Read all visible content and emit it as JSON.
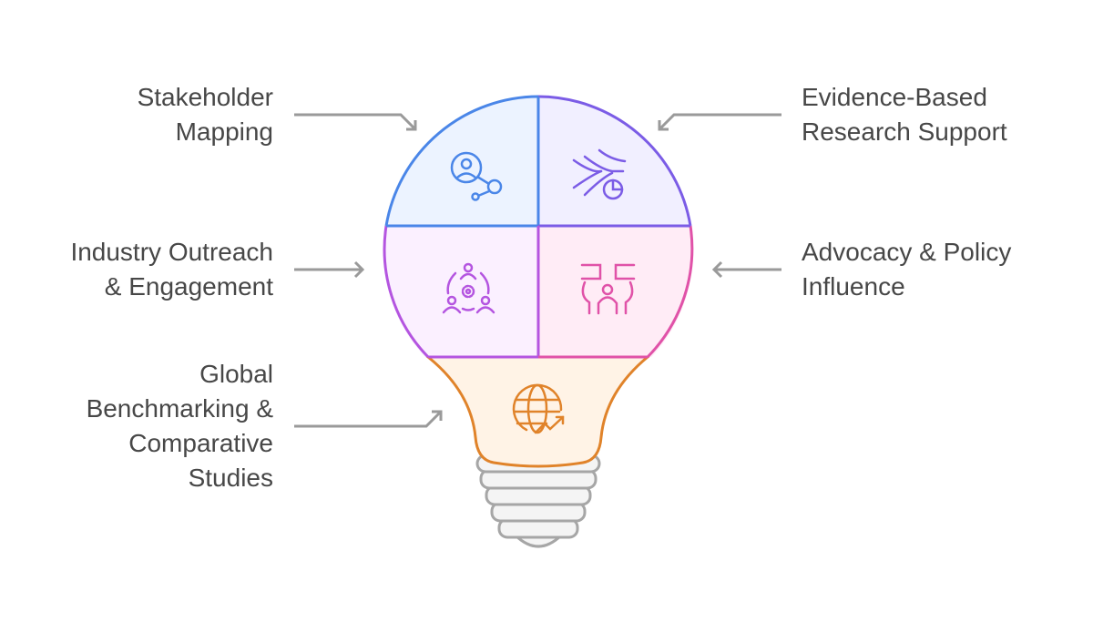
{
  "title": "Lightbulb strategy diagram",
  "segments": [
    {
      "id": "stakeholder",
      "lines": [
        "Stakeholder",
        "Mapping"
      ],
      "icon": "stakeholder-network-icon",
      "stroke": "#4a86e8",
      "fill": "#ecf3ff"
    },
    {
      "id": "research",
      "lines": [
        "Evidence-Based",
        "Research Support"
      ],
      "icon": "data-flow-chart-icon",
      "stroke": "#7b5ce6",
      "fill": "#f1efff"
    },
    {
      "id": "outreach",
      "lines": [
        "Industry Outreach",
        "& Engagement"
      ],
      "icon": "people-gear-icon",
      "stroke": "#b455e0",
      "fill": "#fbf0ff"
    },
    {
      "id": "advocacy",
      "lines": [
        "Advocacy & Policy",
        "Influence"
      ],
      "icon": "protest-signs-icon",
      "stroke": "#e052a8",
      "fill": "#ffecf6"
    },
    {
      "id": "benchmark",
      "lines": [
        "Global",
        "Benchmarking &",
        "Comparative",
        "Studies"
      ],
      "icon": "globe-growth-icon",
      "stroke": "#e0832a",
      "fill": "#fff3e6"
    }
  ],
  "colors": {
    "arrow": "#9a9a9a",
    "text": "#474747",
    "base_stroke": "#a6a6a6",
    "base_fill": "#f4f4f4"
  }
}
